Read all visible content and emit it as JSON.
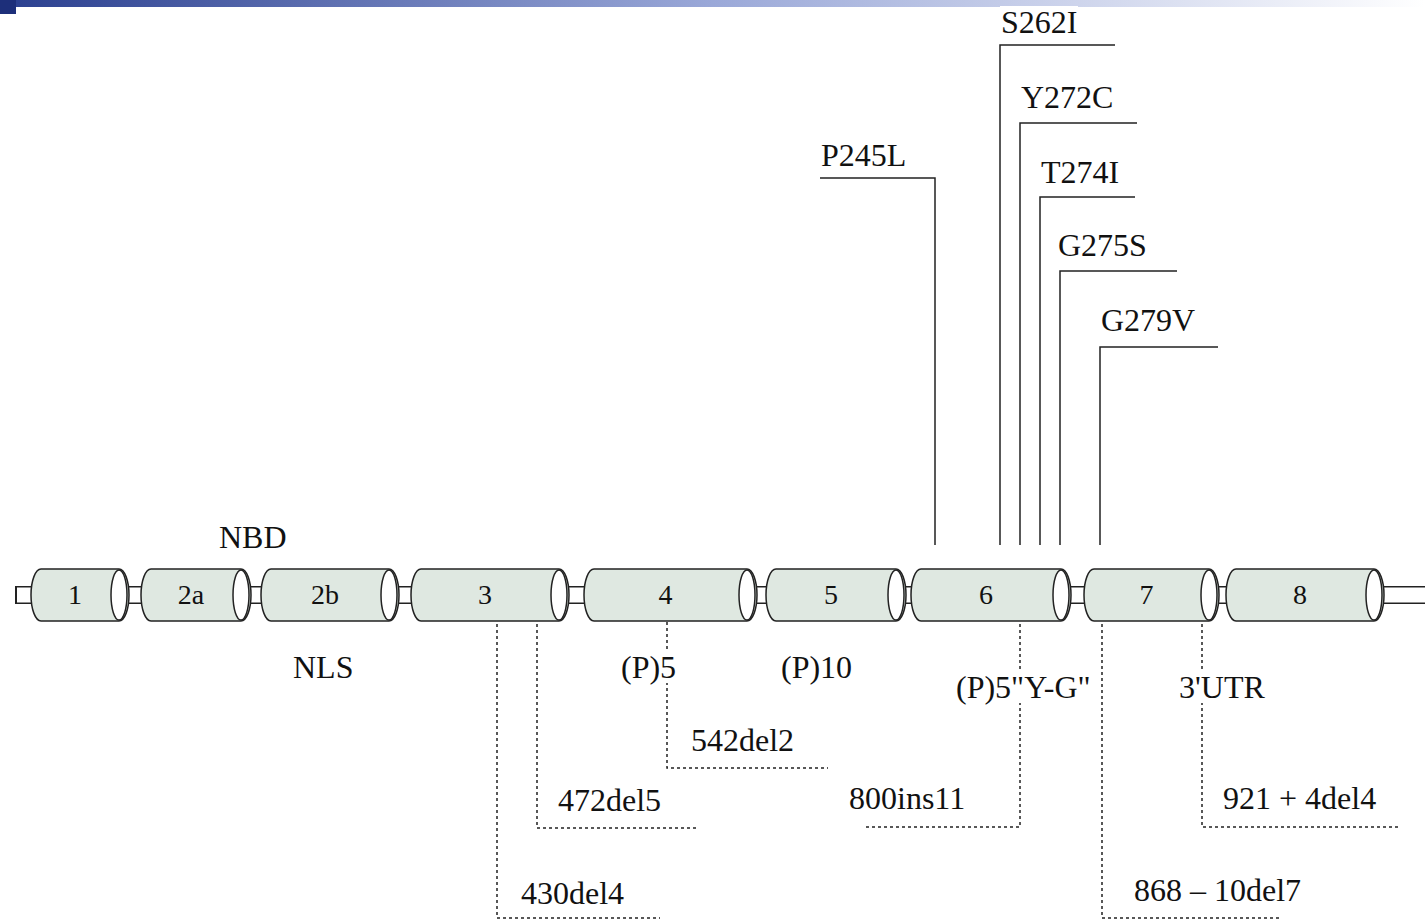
{
  "diagram": {
    "nodes": [
      {
        "text": [
          "1"
        ]
      },
      {
        "text": [
          "2a"
        ]
      },
      {
        "text": [
          "2b"
        ]
      },
      {
        "text": [
          "3"
        ]
      },
      {
        "text": [
          "4"
        ]
      },
      {
        "text": [
          "5"
        ]
      },
      {
        "text": [
          "6"
        ]
      },
      {
        "text": [
          "7"
        ]
      },
      {
        "text": [
          "8"
        ]
      }
    ],
    "edges": [
      {
        "from": 0,
        "to": 1,
        "arrow": "none"
      },
      {
        "from": 1,
        "to": 2,
        "arrow": "none"
      },
      {
        "from": 2,
        "to": 3,
        "arrow": "none"
      },
      {
        "from": 3,
        "to": 4,
        "arrow": "none"
      },
      {
        "from": 4,
        "to": 5,
        "arrow": "none"
      },
      {
        "from": 5,
        "to": 6,
        "arrow": "none"
      },
      {
        "from": 6,
        "to": 7,
        "arrow": "none"
      },
      {
        "from": 7,
        "to": 8,
        "arrow": "none"
      }
    ],
    "labels": [
      "S262I",
      "Y272C",
      "P245L",
      "T274I",
      "G275S",
      "G279V",
      "NBD",
      "NLS",
      "(P)5",
      "(P)10",
      "(P)5\"Y-G\"",
      "3'UTR",
      "542del2",
      "472del5",
      "800ins11",
      "921 + 4del4",
      "430del4",
      "868 – 10del7"
    ]
  }
}
